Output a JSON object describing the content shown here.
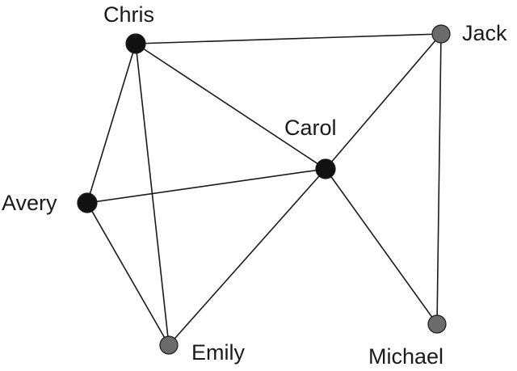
{
  "diagram": {
    "nodes": [
      {
        "id": "chris",
        "label": "Chris",
        "color": "#111111"
      },
      {
        "id": "jack",
        "label": "Jack",
        "color": "#6b6b6b"
      },
      {
        "id": "carol",
        "label": "Carol",
        "color": "#111111"
      },
      {
        "id": "avery",
        "label": "Avery",
        "color": "#111111"
      },
      {
        "id": "emily",
        "label": "Emily",
        "color": "#6b6b6b"
      },
      {
        "id": "michael",
        "label": "Michael",
        "color": "#6b6b6b"
      }
    ],
    "edges": [
      [
        "chris",
        "jack"
      ],
      [
        "chris",
        "carol"
      ],
      [
        "chris",
        "avery"
      ],
      [
        "chris",
        "emily"
      ],
      [
        "avery",
        "carol"
      ],
      [
        "avery",
        "emily"
      ],
      [
        "carol",
        "jack"
      ],
      [
        "carol",
        "emily"
      ],
      [
        "carol",
        "michael"
      ],
      [
        "jack",
        "michael"
      ]
    ]
  }
}
